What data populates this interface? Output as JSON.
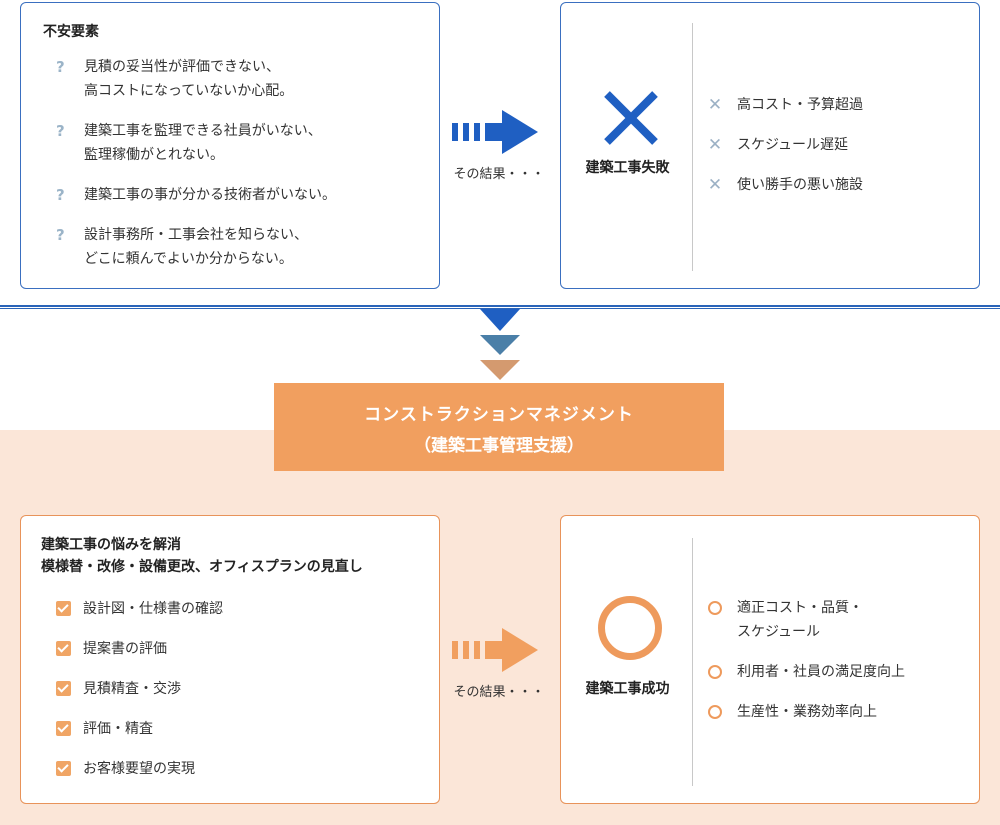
{
  "concerns": {
    "title": "不安要素",
    "items": [
      {
        "icon": "question-icon",
        "text": "見積の妥当性が評価できない、\n高コストになっていないか心配。"
      },
      {
        "icon": "question-icon",
        "text": "建築工事を監理できる社員がいない、\n監理稼働がとれない。"
      },
      {
        "icon": "question-icon",
        "text": "建築工事の事が分かる技術者がいない。"
      },
      {
        "icon": "question-icon",
        "text": "設計事務所・工事会社を知らない、\nどこに頼んでよいか分からない。"
      }
    ],
    "question_mark": "?"
  },
  "failure": {
    "label": "建築工事失敗",
    "items": [
      {
        "icon": "cross-icon",
        "text": "高コスト・予算超過"
      },
      {
        "icon": "cross-icon",
        "text": "スケジュール遅延"
      },
      {
        "icon": "cross-icon",
        "text": "使い勝手の悪い施設"
      }
    ],
    "cross_mark": "✕"
  },
  "arrow_caption_top": "その結果・・・",
  "arrow_caption_bottom": "その結果・・・",
  "banner": {
    "line1": "コンストラクションマネジメント",
    "line2": "（建築工事管理支援）"
  },
  "solutions": {
    "heading1": "建築工事の悩みを解消",
    "heading2": "模様替・改修・設備更改、オフィスプランの見直し",
    "items": [
      {
        "icon": "checkbox-icon",
        "text": "設計図・仕様書の確認"
      },
      {
        "icon": "checkbox-icon",
        "text": "提案書の評価"
      },
      {
        "icon": "checkbox-icon",
        "text": "見積精査・交渉"
      },
      {
        "icon": "checkbox-icon",
        "text": "評価・精査"
      },
      {
        "icon": "checkbox-icon",
        "text": "お客様要望の実現"
      }
    ]
  },
  "success": {
    "label": "建築工事成功",
    "items": [
      {
        "icon": "circle-icon",
        "text": "適正コスト・品質・\nスケジュール"
      },
      {
        "icon": "circle-icon",
        "text": "利用者・社員の満足度向上"
      },
      {
        "icon": "circle-icon",
        "text": "生産性・業務効率向上"
      }
    ]
  },
  "colors": {
    "blue_accent": "#1f5fc2",
    "blue_border": "#3a6fc0",
    "orange_accent": "#f19f5f",
    "orange_bg": "#fbe6d8",
    "down_arrow_1": "#1f5fc2",
    "down_arrow_2": "#4a7fa8",
    "down_arrow_3": "#d49a6f"
  }
}
